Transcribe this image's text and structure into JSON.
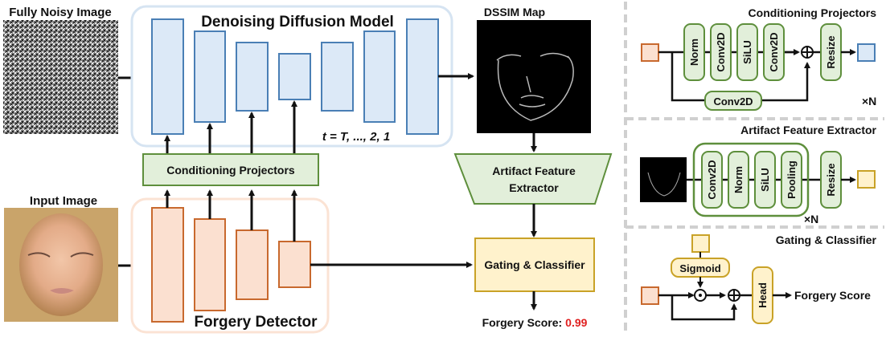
{
  "labels": {
    "noisy_image": "Fully Noisy Image",
    "input_image": "Input Image",
    "diffusion_model": "Denoising Diffusion Model",
    "timestep": "t = T, ..., 2, 1",
    "dssim_map": "DSSIM Map",
    "conditioning_projectors": "Conditioning Projectors",
    "artifact_extractor_line1": "Artifact Feature",
    "artifact_extractor_line2": "Extractor",
    "forgery_detector": "Forgery Detector",
    "gating_classifier": "Gating & Classifier",
    "forgery_score_label": "Forgery Score:",
    "forgery_score_value": "0.99"
  },
  "panels": {
    "conditioning": {
      "title": "Conditioning Projectors",
      "blocks": [
        "Norm",
        "Conv2D",
        "SiLU",
        "Conv2D"
      ],
      "resize": "Resize",
      "skip": "Conv2D",
      "repeat": "×N"
    },
    "artifact": {
      "title": "Artifact Feature Extractor",
      "blocks": [
        "Conv2D",
        "Norm",
        "SiLU",
        "Pooling"
      ],
      "resize": "Resize",
      "repeat": "×N"
    },
    "gating": {
      "title": "Gating & Classifier",
      "sigmoid": "Sigmoid",
      "head": "Head",
      "output": "Forgery Score"
    }
  },
  "colors": {
    "blue_fill": "#dce9f7",
    "blue_stroke": "#4a7fb5",
    "orange_fill": "#fbe0d0",
    "orange_stroke": "#c8692e",
    "green_fill": "#e2efda",
    "green_stroke": "#5e8f3c",
    "yellow_fill": "#fff2cc",
    "yellow_stroke": "#c9a227",
    "score_red": "#e02020"
  }
}
